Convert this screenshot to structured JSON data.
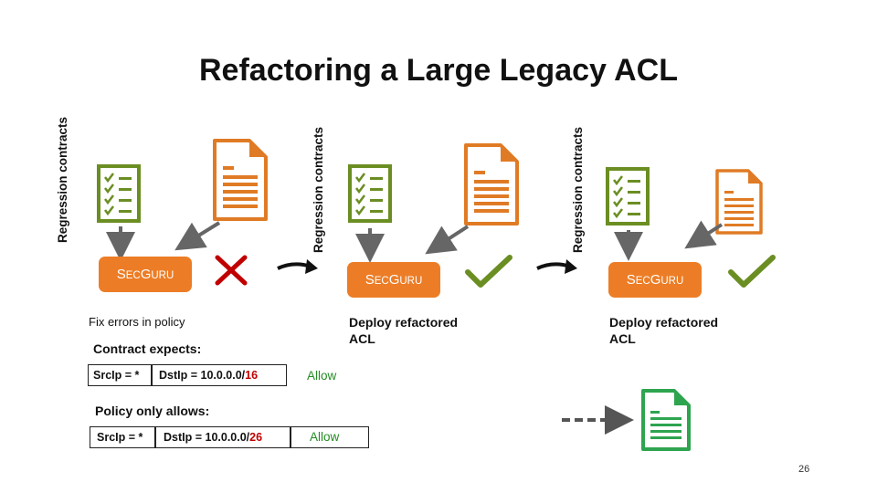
{
  "slide": {
    "title": "Refactoring a Large Legacy ACL",
    "page_number": "26"
  },
  "stages": [
    {
      "label": "Regression contracts",
      "tool_a": "S",
      "tool_b": "EC",
      "tool_c": "G",
      "tool_d": "URU",
      "result": "fail",
      "note": "Fix errors in policy"
    },
    {
      "label": "Regression contracts",
      "tool_a": "S",
      "tool_b": "EC",
      "tool_c": "G",
      "tool_d": "URU",
      "result": "pass",
      "note": "Deploy refactored ACL"
    },
    {
      "label": "Regression contracts",
      "tool_a": "S",
      "tool_b": "EC",
      "tool_c": "G",
      "tool_d": "URU",
      "result": "pass",
      "note": "Deploy refactored ACL"
    }
  ],
  "example": {
    "contract_heading": "Contract expects:",
    "contract_src": "SrcIp = *",
    "contract_dst_prefix": "DstIp = 10.0.0.0/",
    "contract_dst_mask": "16",
    "contract_action": "Allow",
    "policy_heading": "Policy only allows:",
    "policy_src": "SrcIp = *",
    "policy_dst_prefix": "DstIp = 10.0.0.0/",
    "policy_dst_mask": "26",
    "policy_action": "Allow"
  },
  "colors": {
    "checklist": "#6b8e23",
    "document": "#e07b25",
    "final_document": "#2ea44f",
    "fail_mark": "#c00000",
    "pass_mark": "#6b8e23",
    "guru_box": "#ec7d26",
    "connector": "#666666"
  }
}
